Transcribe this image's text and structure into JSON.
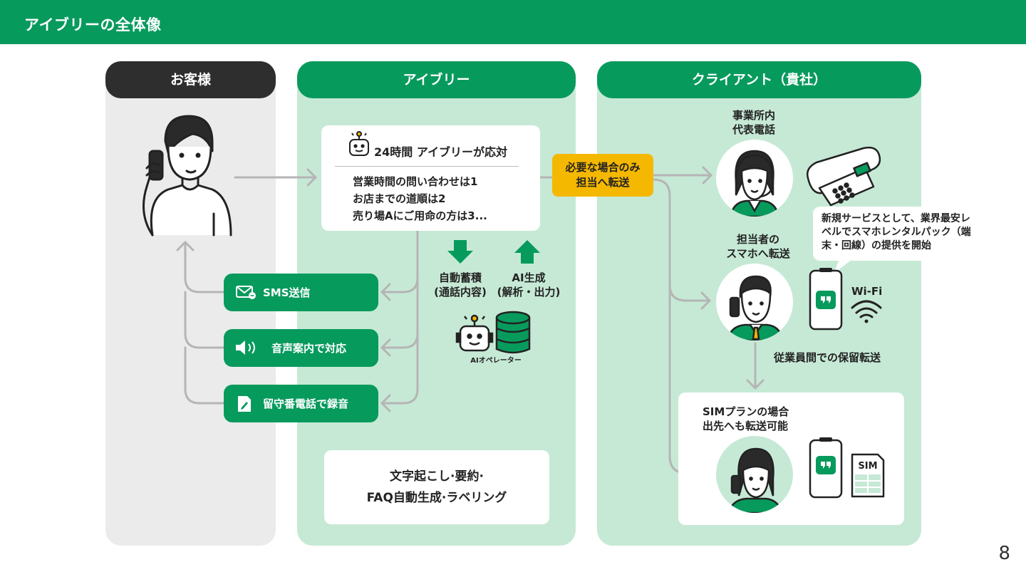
{
  "header": {
    "title": "アイブリーの全体像"
  },
  "page_number": "8",
  "columns": {
    "customer": {
      "title": "お客様"
    },
    "ivry": {
      "title": "アイブリー"
    },
    "client": {
      "title": "クライアント（貴社）"
    }
  },
  "ivr": {
    "title": "24時間 アイブリーが応対",
    "lines": [
      "営業時間の問い合わせは1",
      "お店までの道順は2",
      "売り場Aにご用命の方は3..."
    ]
  },
  "actions": [
    {
      "label": "SMS送信",
      "icon": "mail-icon"
    },
    {
      "label": "音声案内で対応",
      "icon": "speaker-icon"
    },
    {
      "label": "留守番電話で録音",
      "icon": "memo-icon"
    }
  ],
  "accumulate": {
    "line1": "自動蓄積",
    "line2": "(通話内容)"
  },
  "ai_generate": {
    "line1": "AI生成",
    "line2": "(解析・出力)"
  },
  "ai_operator_label": "AIオペレーター",
  "bottom_box": {
    "line1": "文字起こし·要約·",
    "line2": "FAQ自動生成·ラベリング"
  },
  "transfer": {
    "line1": "必要な場合のみ",
    "line2": "担当へ転送"
  },
  "client": {
    "office_phone": {
      "line1": "事業所内",
      "line2": "代表電話"
    },
    "staff_phone": {
      "line1": "担当者の",
      "line2": "スマホへ転送"
    },
    "bubble": [
      "新規サービスとして、業界最安レ",
      "ベルでスマホレンタルパック（端",
      "末・回線）の提供を開始"
    ],
    "wifi_label": "Wi-Fi",
    "hold_transfer": "従業員間での保留転送",
    "sim_plan": {
      "line1": "SIMプランの場合",
      "line2": "出先へも転送可能"
    },
    "sim_card_label": "SIM"
  },
  "colors": {
    "brand_green": "#079a5d",
    "light_green": "#c6e9d6",
    "customer_gray": "#ebebeb",
    "dark": "#2e2e2e",
    "highlight": "#f5b800",
    "arrow_gray": "#b5b5b5"
  }
}
